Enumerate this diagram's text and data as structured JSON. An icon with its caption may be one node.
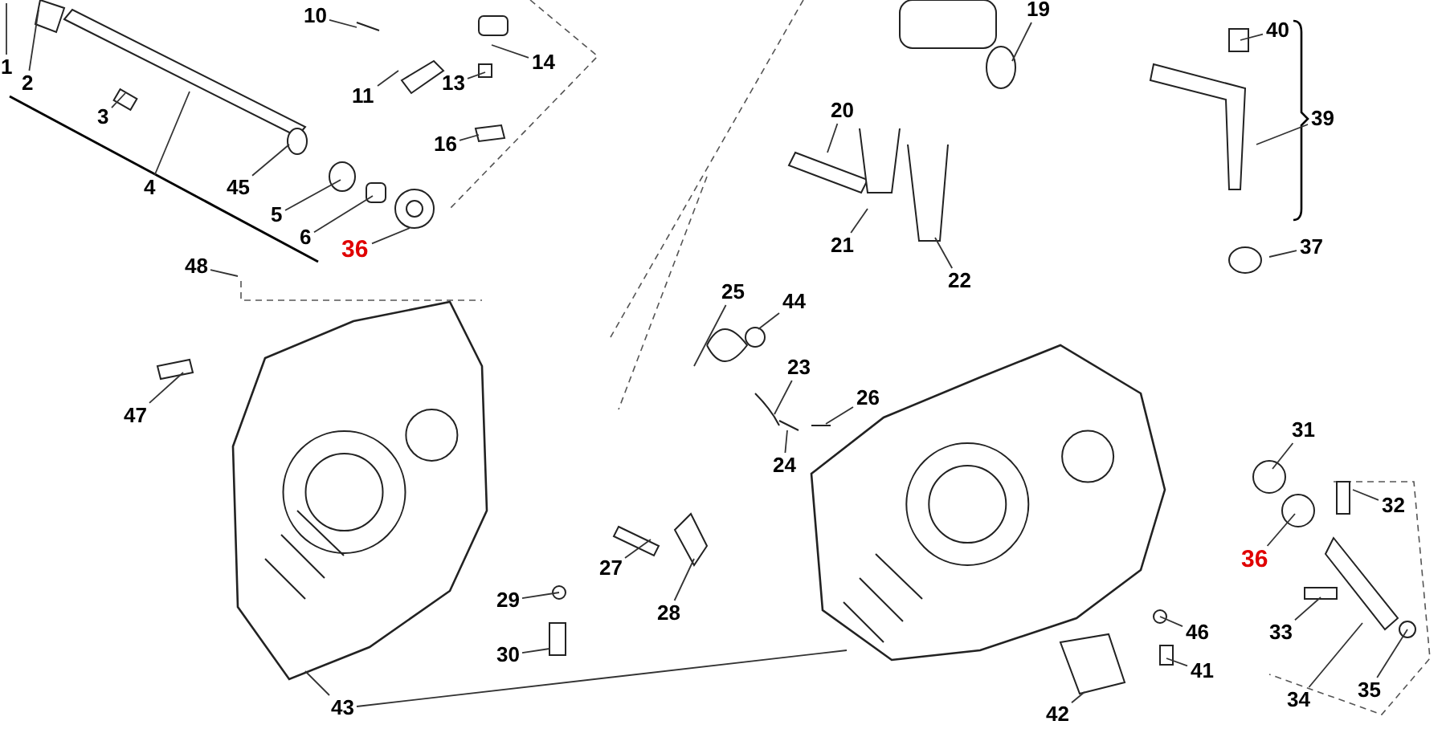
{
  "diagram": {
    "nodes": [
      {
        "text": [
          "1"
        ]
      },
      {
        "text": [
          "2"
        ]
      },
      {
        "text": [
          "10"
        ]
      },
      {
        "text": [
          "19"
        ]
      },
      {
        "text": [
          "40"
        ]
      },
      {
        "text": [
          "14"
        ]
      },
      {
        "text": [
          "11"
        ]
      },
      {
        "text": [
          "13"
        ]
      },
      {
        "text": [
          "3"
        ]
      },
      {
        "text": [
          "20"
        ]
      },
      {
        "text": [
          "39"
        ]
      },
      {
        "text": [
          "16"
        ]
      },
      {
        "text": [
          "4"
        ]
      },
      {
        "text": [
          "45"
        ]
      },
      {
        "text": [
          "5"
        ]
      },
      {
        "text": [
          "6"
        ]
      },
      {
        "text": [
          "21"
        ]
      },
      {
        "text": [
          "36"
        ]
      },
      {
        "text": [
          "37"
        ]
      },
      {
        "text": [
          "22"
        ]
      },
      {
        "text": [
          "48"
        ]
      },
      {
        "text": [
          "25"
        ]
      },
      {
        "text": [
          "44"
        ]
      },
      {
        "text": [
          "23"
        ]
      },
      {
        "text": [
          "47"
        ]
      },
      {
        "text": [
          "26"
        ]
      },
      {
        "text": [
          "24"
        ]
      },
      {
        "text": [
          "31"
        ]
      },
      {
        "text": [
          "32"
        ]
      },
      {
        "text": [
          "36"
        ]
      },
      {
        "text": [
          "27"
        ]
      },
      {
        "text": [
          "29"
        ]
      },
      {
        "text": [
          "28"
        ]
      },
      {
        "text": [
          "33"
        ]
      },
      {
        "text": [
          "30"
        ]
      },
      {
        "text": [
          "46"
        ]
      },
      {
        "text": [
          "41"
        ]
      },
      {
        "text": [
          "34"
        ]
      },
      {
        "text": [
          "35"
        ]
      },
      {
        "text": [
          "43"
        ]
      },
      {
        "text": [
          "42"
        ]
      },
      {
        "text": [],
        "shape": "picture"
      },
      {
        "text": [],
        "shape": "picture"
      }
    ],
    "edges": [
      {
        "from": 0,
        "to": null,
        "arrow": "none"
      },
      {
        "from": 1,
        "to": null,
        "arrow": "none"
      },
      {
        "from": 2,
        "to": null,
        "arrow": "none"
      },
      {
        "from": 3,
        "to": null,
        "arrow": "none"
      },
      {
        "from": 4,
        "to": null,
        "arrow": "none"
      },
      {
        "from": 5,
        "to": null,
        "arrow": "none"
      },
      {
        "from": 6,
        "to": null,
        "arrow": "none"
      },
      {
        "from": 7,
        "to": null,
        "arrow": "none"
      },
      {
        "from": 8,
        "to": null,
        "arrow": "none"
      },
      {
        "from": 9,
        "to": null,
        "arrow": "none"
      },
      {
        "from": 10,
        "to": null,
        "arrow": "none"
      },
      {
        "from": 11,
        "to": null,
        "arrow": "none"
      },
      {
        "from": 12,
        "to": null,
        "arrow": "none"
      },
      {
        "from": 13,
        "to": null,
        "arrow": "none"
      },
      {
        "from": 14,
        "to": null,
        "arrow": "none"
      },
      {
        "from": 15,
        "to": null,
        "arrow": "none"
      },
      {
        "from": 16,
        "to": null,
        "arrow": "none"
      },
      {
        "from": 17,
        "to": null,
        "arrow": "none"
      },
      {
        "from": 18,
        "to": null,
        "arrow": "none"
      },
      {
        "from": 19,
        "to": null,
        "arrow": "none"
      },
      {
        "from": 20,
        "to": null,
        "arrow": "none"
      },
      {
        "from": 21,
        "to": null,
        "arrow": "none"
      },
      {
        "from": 22,
        "to": null,
        "arrow": "none"
      },
      {
        "from": 23,
        "to": null,
        "arrow": "none"
      },
      {
        "from": 24,
        "to": null,
        "arrow": "none"
      },
      {
        "from": 25,
        "to": null,
        "arrow": "none"
      },
      {
        "from": 26,
        "to": null,
        "arrow": "none"
      },
      {
        "from": 27,
        "to": null,
        "arrow": "none"
      },
      {
        "from": 28,
        "to": null,
        "arrow": "none"
      },
      {
        "from": 29,
        "to": null,
        "arrow": "none"
      },
      {
        "from": 30,
        "to": null,
        "arrow": "none"
      },
      {
        "from": 31,
        "to": null,
        "arrow": "none"
      },
      {
        "from": 32,
        "to": null,
        "arrow": "none"
      },
      {
        "from": 33,
        "to": null,
        "arrow": "none"
      },
      {
        "from": 34,
        "to": null,
        "arrow": "none"
      },
      {
        "from": 35,
        "to": null,
        "arrow": "none"
      },
      {
        "from": 36,
        "to": null,
        "arrow": "none"
      },
      {
        "from": 37,
        "to": null,
        "arrow": "none"
      },
      {
        "from": 38,
        "to": null,
        "arrow": "none"
      },
      {
        "from": 39,
        "to": 41,
        "arrow": "none"
      },
      {
        "from": 39,
        "to": 42,
        "arrow": "none"
      },
      {
        "from": 40,
        "to": null,
        "arrow": "none"
      }
    ]
  }
}
